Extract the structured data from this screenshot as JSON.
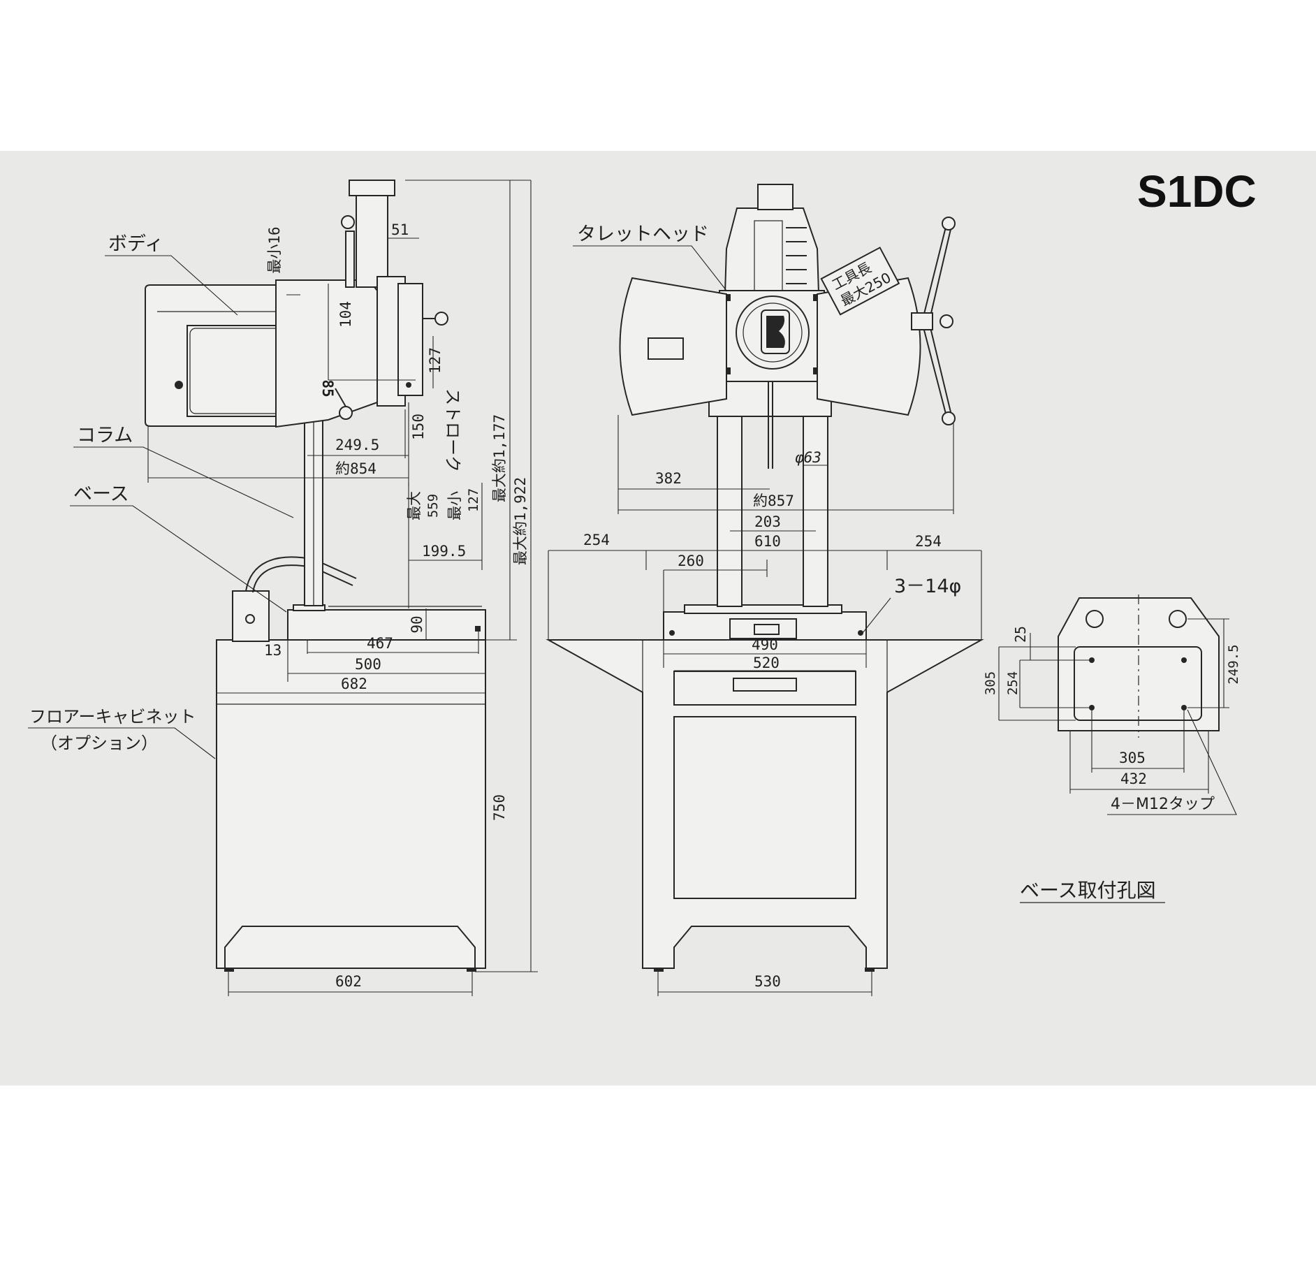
{
  "title": "S1DC",
  "labels": {
    "body": "ボディ",
    "column": "コラム",
    "base": "ベース",
    "cabinet": "フロアーキャビネット",
    "cabinet_option": "（オプション）",
    "turret_head": "タレットヘッド",
    "tool_length_1": "工具長",
    "tool_length_2": "最大250",
    "holes": "3－14φ",
    "tap": "4－M12タップ",
    "base_holes_caption": "ベース取付孔図"
  },
  "side_view": {
    "min16": "最小16",
    "d51": "51",
    "d104": "104",
    "d127_head": "127",
    "d85": "85",
    "d150": "150",
    "stroke": "ストローク",
    "d249_5": "249.5",
    "d854": "約854",
    "max_label": "最大",
    "d559": "559",
    "min_label": "最小",
    "d127_min": "127",
    "d199_5": "199.5",
    "max1177": "最大約1,177",
    "max1922": "最大約1,922",
    "d90": "90",
    "d13": "13",
    "d467": "467",
    "d500": "500",
    "d682": "682",
    "d750": "750",
    "d602": "602"
  },
  "front_view": {
    "d382": "382",
    "d63": "φ63",
    "d857": "約857",
    "d254_left": "254",
    "d254_right": "254",
    "d203": "203",
    "d610": "610",
    "d260": "260",
    "d490": "490",
    "d520": "520",
    "d530": "530"
  },
  "base_plan": {
    "d25": "25",
    "d305_v": "305",
    "d254_v": "254",
    "d249_5": "249.5",
    "d305_h": "305",
    "d432": "432"
  }
}
